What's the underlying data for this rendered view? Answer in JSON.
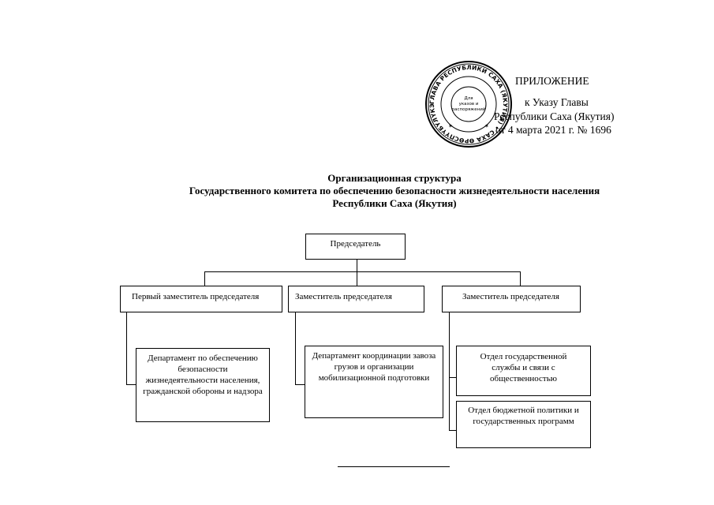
{
  "appendix": {
    "title": "ПРИЛОЖЕНИЕ",
    "line1": "к Указу Главы",
    "line2": "Республики Саха (Якутия)",
    "line3": "от 4 марта 2021 г. № 1696"
  },
  "seal": {
    "ring_text": "ГЛАВА РЕСПУБЛИКИ САХА (ЯКУТИЯ) • САХА ӨРӨСПҮҮБҮЛҮКЭТИН ИЛ ДАРХАНА",
    "center_text_1": "Для",
    "center_text_2": "указов и",
    "center_text_3": "распоряжений"
  },
  "title": {
    "line1": "Организационная структура",
    "line2": "Государственного комитета по обеспечению безопасности жизнедеятельности населения",
    "line3": "Республики Саха (Якутия)"
  },
  "org": {
    "chairman": "Председатель",
    "deputy_first": "Первый заместитель председателя",
    "deputy_2": "Заместитель председателя",
    "deputy_3": "Заместитель председателя",
    "dept_1": "Департамент по обеспечению безопасности жизнедеятельности населения, гражданской обороны и надзора",
    "dept_2": "Департамент координации завоза грузов и организации мобилизационной подготовки",
    "dept_3": "Отдел государственной службы и связи с общественностью",
    "dept_4": "Отдел бюджетной политики и государственных программ"
  }
}
